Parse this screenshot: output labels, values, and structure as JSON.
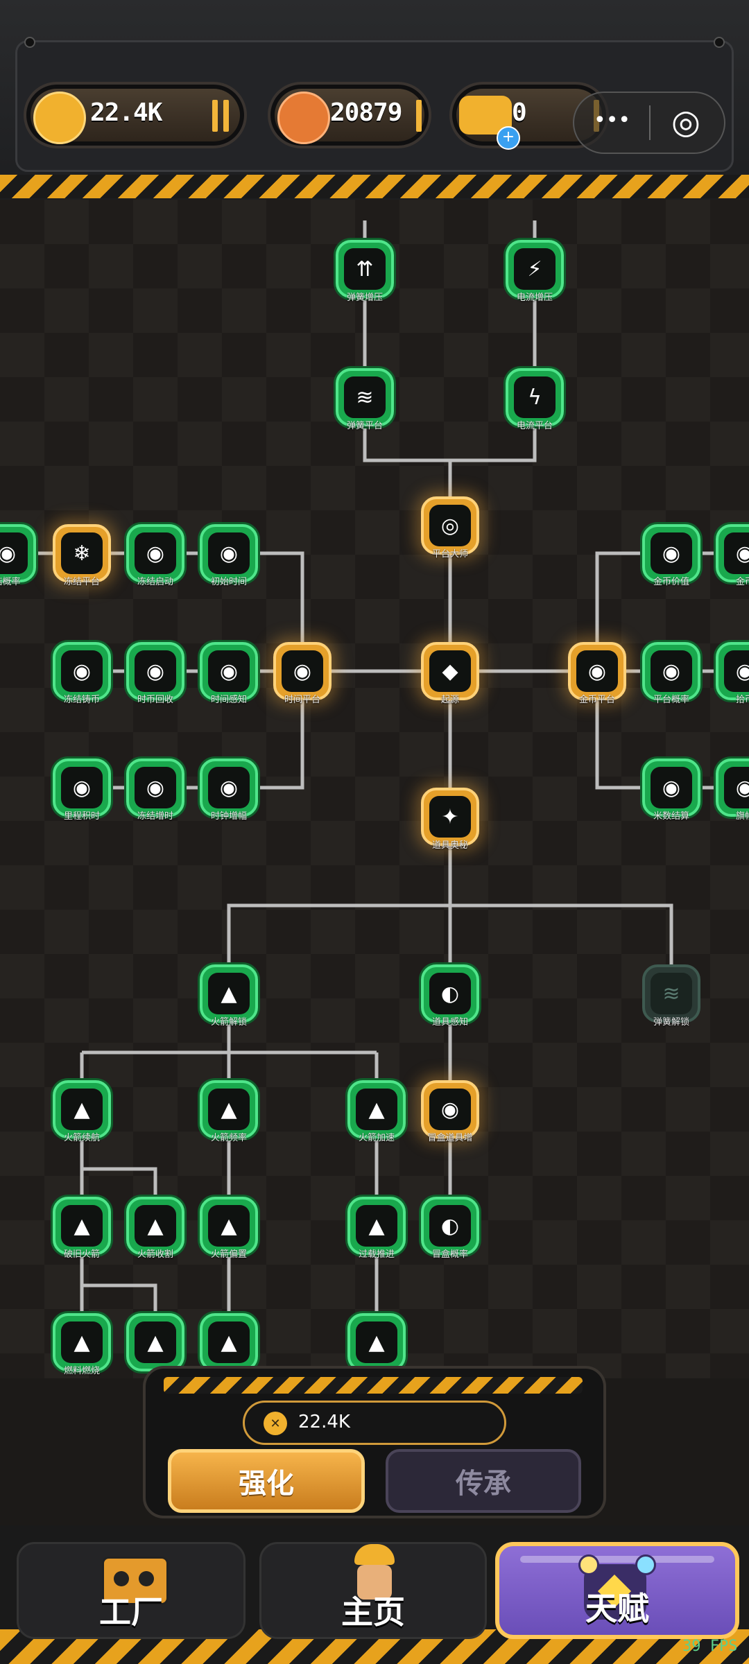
{
  "header": {
    "resources": [
      {
        "name": "coins",
        "value": "22.4K"
      },
      {
        "name": "crystals",
        "value": "20879"
      },
      {
        "name": "talent-points",
        "value": "0"
      }
    ],
    "more_glyph": "•••",
    "target_glyph": "◎"
  },
  "tree": {
    "nodes": [
      {
        "id": "n1",
        "label": "弹簧增压",
        "state": "green",
        "glyph": "⇈"
      },
      {
        "id": "n2",
        "label": "电流增压",
        "state": "green",
        "glyph": "⚡"
      },
      {
        "id": "n3",
        "label": "弹簧平台",
        "state": "green",
        "glyph": "≋"
      },
      {
        "id": "n4",
        "label": "电流平台",
        "state": "green",
        "glyph": "ϟ"
      },
      {
        "id": "n5",
        "label": "平台大师",
        "state": "gold",
        "glyph": "◎"
      },
      {
        "id": "n6",
        "label": "结概率",
        "state": "green",
        "glyph": "◉"
      },
      {
        "id": "n7",
        "label": "冻结平台",
        "state": "gold",
        "glyph": "❄"
      },
      {
        "id": "n8",
        "label": "冻结启动",
        "state": "green",
        "glyph": "◉"
      },
      {
        "id": "n9",
        "label": "初始时间",
        "state": "green",
        "glyph": "◉"
      },
      {
        "id": "n10",
        "label": "金币价值",
        "state": "green",
        "glyph": "◉"
      },
      {
        "id": "n11",
        "label": "金币",
        "state": "green",
        "glyph": "◉"
      },
      {
        "id": "n12",
        "label": "冻结铸币",
        "state": "green",
        "glyph": "◉"
      },
      {
        "id": "n13",
        "label": "时币回收",
        "state": "green",
        "glyph": "◉"
      },
      {
        "id": "n14",
        "label": "时间感知",
        "state": "green",
        "glyph": "◉"
      },
      {
        "id": "n15",
        "label": "时间平台",
        "state": "gold",
        "glyph": "◉"
      },
      {
        "id": "n16",
        "label": "起源",
        "state": "gold",
        "glyph": "◆"
      },
      {
        "id": "n17",
        "label": "金币平台",
        "state": "gold",
        "glyph": "◉"
      },
      {
        "id": "n18",
        "label": "平台概率",
        "state": "green",
        "glyph": "◉"
      },
      {
        "id": "n19",
        "label": "拾币",
        "state": "green",
        "glyph": "◉"
      },
      {
        "id": "n20",
        "label": "里程积时",
        "state": "green",
        "glyph": "◉"
      },
      {
        "id": "n21",
        "label": "冻结增时",
        "state": "green",
        "glyph": "◉"
      },
      {
        "id": "n22",
        "label": "时钟增幅",
        "state": "green",
        "glyph": "◉"
      },
      {
        "id": "n23",
        "label": "道具奥秘",
        "state": "gold",
        "glyph": "✦"
      },
      {
        "id": "n24",
        "label": "米数结算",
        "state": "green",
        "glyph": "◉"
      },
      {
        "id": "n25",
        "label": "旗帜",
        "state": "green",
        "glyph": "◉"
      },
      {
        "id": "n26",
        "label": "火箭解锁",
        "state": "green",
        "glyph": "▲"
      },
      {
        "id": "n27",
        "label": "道具感知",
        "state": "green",
        "glyph": "◐"
      },
      {
        "id": "n28",
        "label": "弹簧解锁",
        "state": "grey",
        "glyph": "≋"
      },
      {
        "id": "n29",
        "label": "火箭续航",
        "state": "green",
        "glyph": "▲"
      },
      {
        "id": "n30",
        "label": "火箭频率",
        "state": "green",
        "glyph": "▲"
      },
      {
        "id": "n31",
        "label": "火箭加速",
        "state": "green",
        "glyph": "▲"
      },
      {
        "id": "n32",
        "label": "冒盒道具增",
        "state": "gold",
        "glyph": "◉"
      },
      {
        "id": "n33",
        "label": "破旧火箭",
        "state": "green",
        "glyph": "▲"
      },
      {
        "id": "n34",
        "label": "火箭收割",
        "state": "green",
        "glyph": "▲"
      },
      {
        "id": "n35",
        "label": "火箭偏置",
        "state": "green",
        "glyph": "▲"
      },
      {
        "id": "n36",
        "label": "过载推进",
        "state": "green",
        "glyph": "▲"
      },
      {
        "id": "n37",
        "label": "冒盒概率",
        "state": "green",
        "glyph": "◐"
      },
      {
        "id": "n38",
        "label": "燃料燃烧",
        "state": "green",
        "glyph": "▲"
      },
      {
        "id": "n39",
        "label": "",
        "state": "green",
        "glyph": "▲"
      },
      {
        "id": "n40",
        "label": "",
        "state": "green",
        "glyph": "▲"
      },
      {
        "id": "n41",
        "label": "",
        "state": "green",
        "glyph": "▲"
      }
    ]
  },
  "action": {
    "cost_icon": "✕",
    "cost": "22.4K",
    "upgrade_label": "强化",
    "inherit_label": "传承"
  },
  "nav": {
    "factory_label": "工厂",
    "home_label": "主页",
    "talent_label": "天赋"
  },
  "fps": "39 FPS",
  "colors": {
    "accent": "#e7a21d",
    "node_green": "#19a84d",
    "node_gold": "#e5a02a",
    "talent_purple": "#7a5ec6"
  }
}
